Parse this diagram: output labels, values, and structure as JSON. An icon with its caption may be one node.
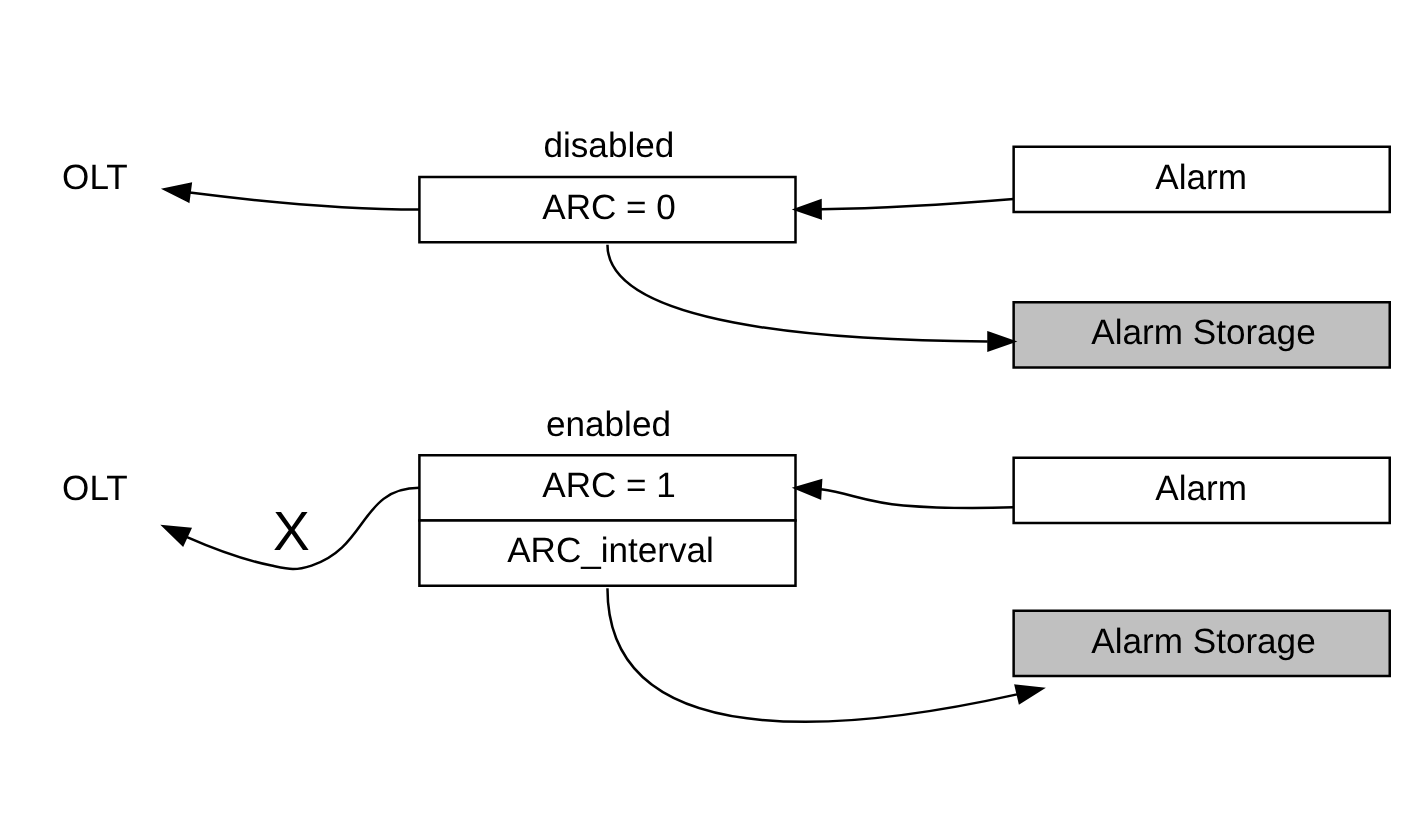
{
  "diagram": {
    "nodes": [
      {
        "text": [
          "OLT"
        ]
      },
      {
        "text": [
          "ARC = 0"
        ],
        "beside": [
          "disabled"
        ]
      },
      {
        "text": [
          "Alarm"
        ]
      },
      {
        "text": [
          "Alarm Storage"
        ]
      },
      {
        "text": [
          "OLT"
        ]
      },
      {
        "text": [
          "ARC = 1",
          "ARC_interval"
        ],
        "beside": [
          "enabled"
        ]
      },
      {
        "text": [
          "Alarm"
        ]
      },
      {
        "text": [
          "Alarm Storage"
        ]
      }
    ],
    "edges": [
      {
        "from": 1,
        "to": 0,
        "arrow": "to"
      },
      {
        "from": 2,
        "to": 1,
        "arrow": "to"
      },
      {
        "from": 1,
        "to": 3,
        "arrow": "to"
      },
      {
        "from": 5,
        "to": 4,
        "arrow": "to",
        "label": "X"
      },
      {
        "from": 6,
        "to": 5,
        "arrow": "to"
      },
      {
        "from": 5,
        "to": 7,
        "arrow": "to"
      }
    ]
  }
}
